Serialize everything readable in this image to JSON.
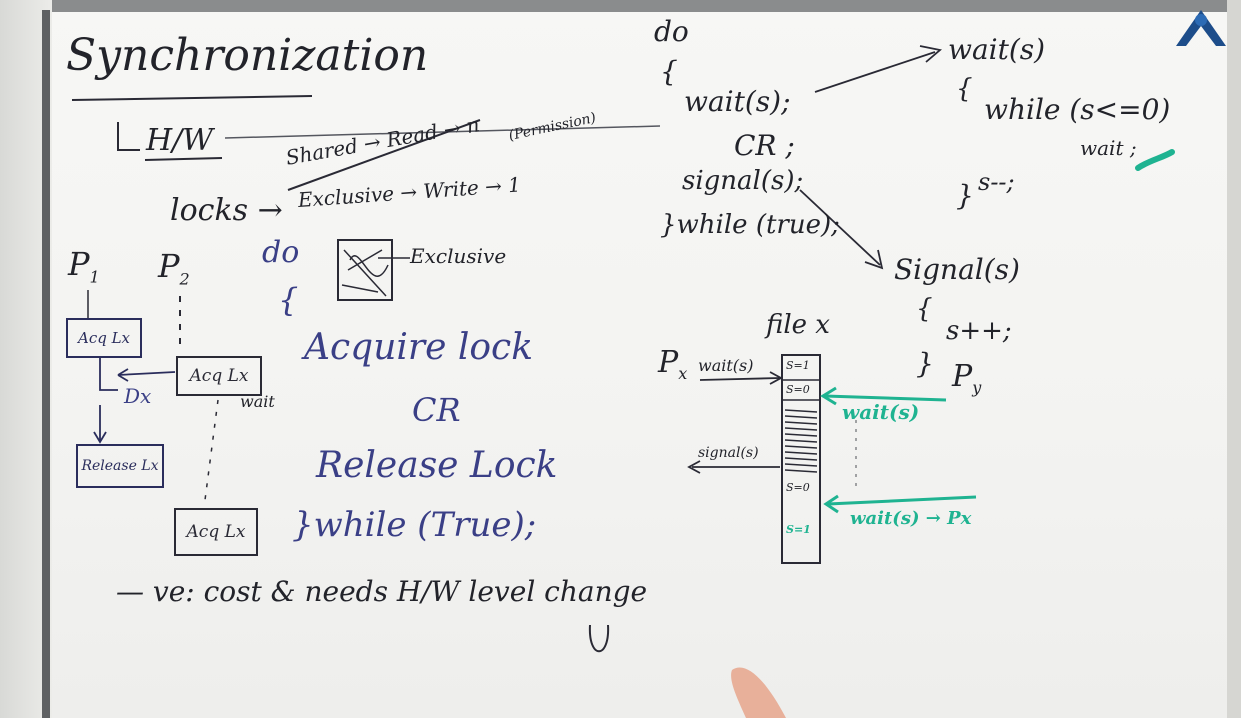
{
  "board": {
    "title": "Synchronization",
    "hw": "H/W",
    "shared_line": "Shared → Read → n",
    "permission": "(Permission)",
    "locks": "locks →",
    "exclusive_line": "Exclusive → Write → 1",
    "p1": "P",
    "p1_sub": "1",
    "p2": "P",
    "p2_sub": "2",
    "do_left": "do",
    "brace_left": "{",
    "exclusive_label": "Exclusive",
    "acquire_lock": "Acquire lock",
    "cr_left": "CR",
    "release_lock": "Release Lock",
    "while_left": "}while (True);",
    "acq_box_1": "Acq Lx",
    "acq_box_2": "Acq Lx",
    "acq_box_3": "Acq Lx",
    "release_box": "Release Lx",
    "dx": "Dx",
    "wait_small": "wait",
    "drawback": "— ve: cost & needs H/W level change",
    "do_right": "do",
    "brace_right": "{",
    "wait_call": "wait(s);",
    "cr_right": "CR ;",
    "signal_call": "signal(s);",
    "while_right": "}while (true);",
    "wait_def": "wait(s)",
    "wait_def_brace": "{",
    "while_cond": "while (s<=0)",
    "wait_body": "wait ;",
    "decrement": "s--;",
    "close_brace_1": "}",
    "signal_def": "Signal(s)",
    "signal_def_brace": "{",
    "increment": "s++;",
    "close_brace_2": "}",
    "file_label": "file x",
    "px_label": "P",
    "px_sub": "x",
    "px_wait": "wait(s)",
    "py_label": "P",
    "py_sub": "y",
    "s1": "S=1",
    "s0": "S=0",
    "s_mid": "S=0",
    "s_low": "S=1",
    "py_wait": "wait(s)",
    "signal_label": "signal(s)",
    "wait_to_px": "wait(s) → Px"
  },
  "colors": {
    "black_ink": "#22232a",
    "blue_ink": "#3a3f86",
    "green_ink": "#1fb391"
  }
}
